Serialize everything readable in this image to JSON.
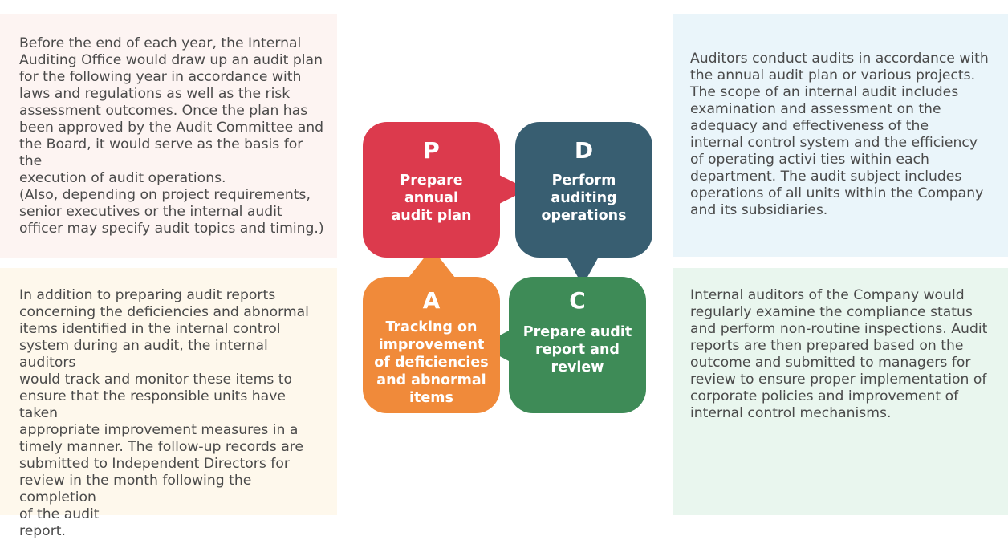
{
  "panels": {
    "plan": "Before the end of each year, the Internal\nAuditing Office would draw up an audit plan\nfor the following year in accordance with\nlaws and regulations as well as the risk\nassessment outcomes. Once the plan has\nbeen approved by the Audit Committee and\nthe Board, it would serve as the basis for the\nexecution of audit operations.\n(Also, depending on project  requirements,\nsenior executives or the internal audit\nofficer may specify audit topics and timing.)",
    "do": "Auditors conduct audits in accordance with\nthe annual audit plan or various projects.\nThe scope of an internal audit includes\nexamination and assessment on the\nadequacy and effectiveness of the\ninternal control system and the efficiency\nof operating activi ties within each\ndepartment. The audit subject includes\noperations of all units within the Company\nand its subsidiaries.",
    "act": "In addition to preparing audit reports\nconcerning the deficiencies and abnormal\nitems identified in the internal control\nsystem during an audit, the internal auditors\nwould track and monitor these items to\nensure that the responsible units have taken\nappropriate improvement measures in a\ntimely manner. The follow-up records are\nsubmitted to Independent Directors for\nreview in the month following the completion\nof the audit\nreport.",
    "check": "Internal auditors of the Company would\nregularly examine the compliance status\nand perform non-routine inspections. Audit\nreports are then prepared based on the\noutcome and submitted to managers for\nreview to ensure proper implementation of\ncorporate policies and improvement of\ninternal control mechanisms."
  },
  "cycle": {
    "p": {
      "letter": "P",
      "label": "Prepare\nannual\naudit plan",
      "color": "#dc3a4d"
    },
    "d": {
      "letter": "D",
      "label": "Perform\nauditing\noperations",
      "color": "#385e71"
    },
    "a": {
      "letter": "A",
      "label": "Tracking on\nimprovement\nof deficiencies\nand abnormal\nitems",
      "color": "#f08a3a"
    },
    "c": {
      "letter": "C",
      "label": "Prepare audit\nreport and\nreview",
      "color": "#3e8b57"
    }
  }
}
